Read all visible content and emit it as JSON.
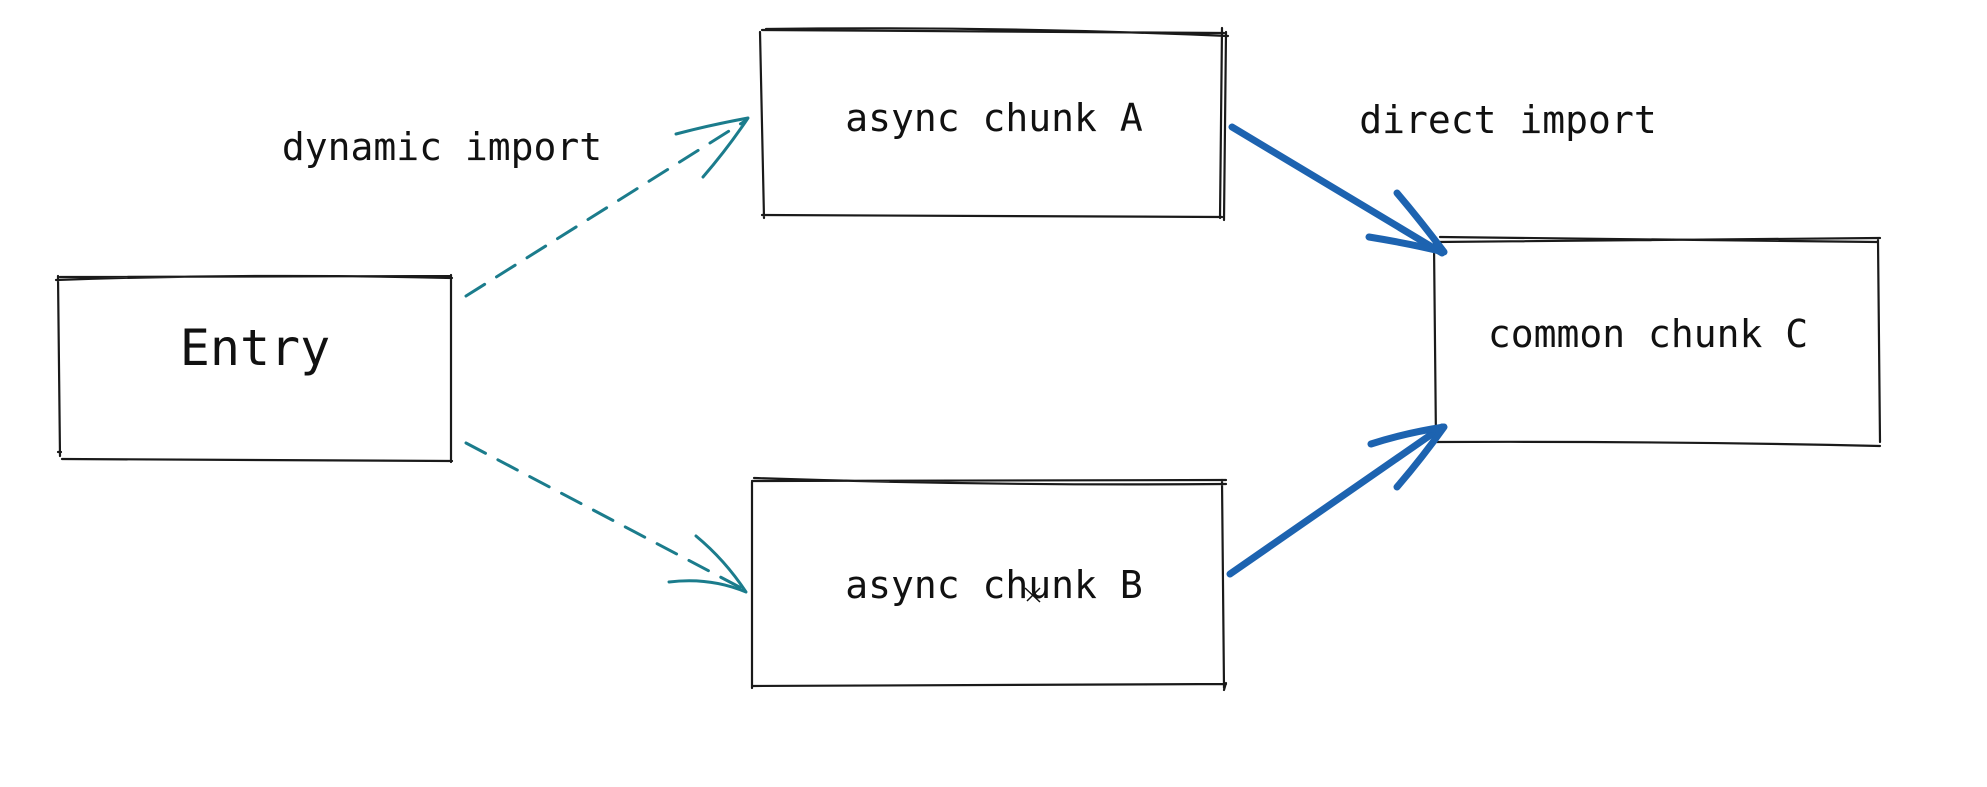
{
  "colors": {
    "box_stroke": "#1a1a1a",
    "dynamic_import_edge": "#1b7c8c",
    "direct_import_edge": "#1d63b0",
    "background": "#ffffff"
  },
  "nodes": {
    "entry": {
      "label": "Entry"
    },
    "chunk_a": {
      "label": "async chunk A"
    },
    "chunk_b": {
      "label": "async chunk B"
    },
    "chunk_c": {
      "label": "common chunk C"
    }
  },
  "edge_labels": {
    "dynamic": "dynamic import",
    "direct": "direct import"
  },
  "edges": [
    {
      "from": "entry",
      "to": "chunk_a",
      "kind": "dynamic import",
      "style": "dashed"
    },
    {
      "from": "entry",
      "to": "chunk_b",
      "kind": "dynamic import",
      "style": "dashed"
    },
    {
      "from": "chunk_a",
      "to": "chunk_c",
      "kind": "direct import",
      "style": "solid"
    },
    {
      "from": "chunk_b",
      "to": "chunk_c",
      "kind": "direct import",
      "style": "solid"
    }
  ]
}
